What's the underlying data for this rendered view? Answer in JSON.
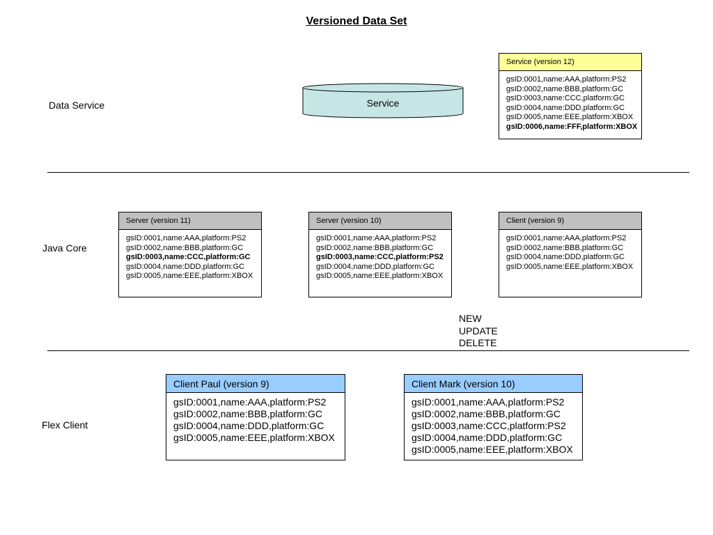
{
  "title": "Versioned Data Set",
  "rows": {
    "data_service": "Data Service",
    "java_core": "Java Core",
    "flex_client": "Flex Client"
  },
  "service_cylinder": {
    "label": "Service",
    "fill": "#c6e6e6"
  },
  "colors": {
    "yellow_header": "#ffff99",
    "gray_header": "#c0c0c0",
    "blue_header": "#99ccff"
  },
  "service_box": {
    "title": "Service (version 12)",
    "records": [
      "gsID:0001,name:AAA,platform:PS2",
      "gsID:0002,name:BBB,platform:GC",
      "gsID:0003,name:CCC,platform:GC",
      "gsID:0004,name:DDD,platform:GC",
      "gsID:0005,name:EEE,platform:XBOX",
      "gsID:0006,name:FFF,platform:XBOX"
    ]
  },
  "server11": {
    "title": "Server (version 11)",
    "records": [
      "gsID:0001,name:AAA,platform:PS2",
      "gsID:0002,name:BBB,platform:GC",
      "gsID:0003,name:CCC,platform:GC",
      "gsID:0004,name:DDD,platform:GC",
      "gsID:0005,name:EEE,platform:XBOX"
    ]
  },
  "server10": {
    "title": "Server (version 10)",
    "records": [
      "gsID:0001,name:AAA,platform:PS2",
      "gsID:0002,name:BBB,platform:GC",
      "gsID:0003,name:CCC,platform:PS2",
      "gsID:0004,name:DDD,platform:GC",
      "gsID:0005,name:EEE,platform:XBOX"
    ]
  },
  "client9": {
    "title": "Client (version 9)",
    "records": [
      "gsID:0001,name:AAA,platform:PS2",
      "gsID:0002,name:BBB,platform:GC",
      "gsID:0004,name:DDD,platform:GC",
      "gsID:0005,name:EEE,platform:XBOX"
    ]
  },
  "operations": [
    "NEW",
    "UPDATE",
    "DELETE"
  ],
  "client_paul": {
    "title": "Client Paul (version 9)",
    "records": [
      "gsID:0001,name:AAA,platform:PS2",
      "gsID:0002,name:BBB,platform:GC",
      "gsID:0004,name:DDD,platform:GC",
      "gsID:0005,name:EEE,platform:XBOX"
    ]
  },
  "client_mark": {
    "title": "Client Mark (version 10)",
    "records": [
      "gsID:0001,name:AAA,platform:PS2",
      "gsID:0002,name:BBB,platform:GC",
      "gsID:0003,name:CCC,platform:PS2",
      "gsID:0004,name:DDD,platform:GC",
      "gsID:0005,name:EEE,platform:XBOX"
    ]
  }
}
